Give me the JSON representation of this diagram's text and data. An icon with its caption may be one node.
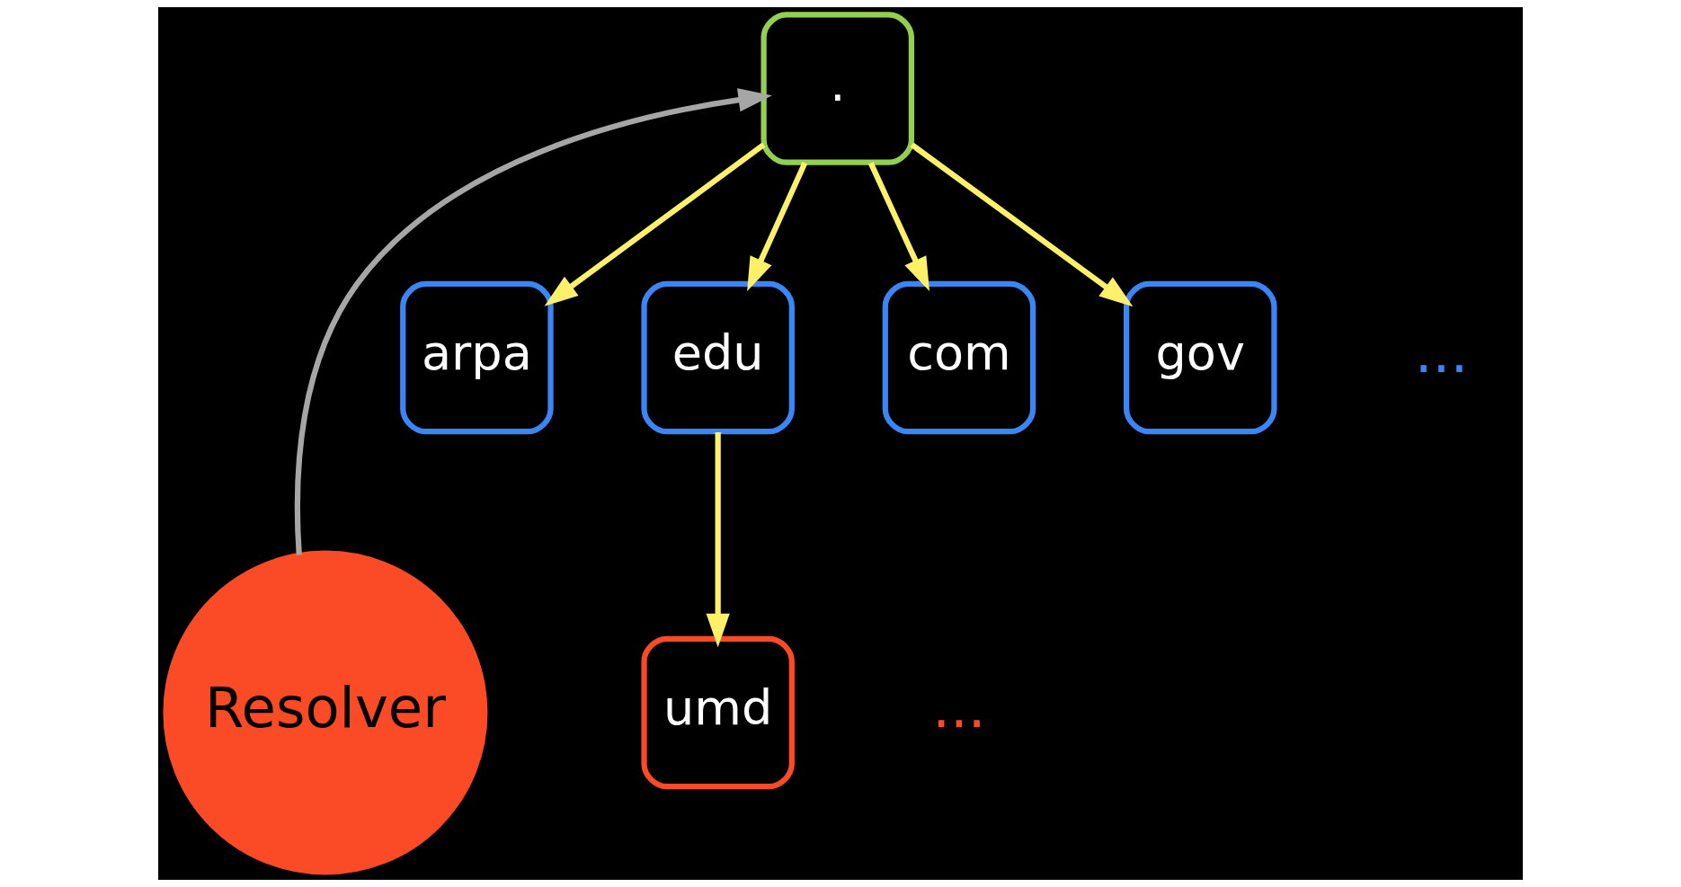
{
  "diagram": {
    "nodes": [
      {
        "text": [
          "Resolver"
        ]
      },
      {
        "text": [
          "."
        ]
      },
      {
        "text": [
          "arpa"
        ]
      },
      {
        "text": [
          "edu"
        ]
      },
      {
        "text": [
          "com"
        ]
      },
      {
        "text": [
          "gov"
        ]
      },
      {
        "text": [
          "umd"
        ]
      }
    ],
    "edges": [
      {
        "from": 0,
        "to": 1,
        "arrow": "to",
        "color": "#a6a6a6"
      },
      {
        "from": 1,
        "to": 2,
        "arrow": "to"
      },
      {
        "from": 1,
        "to": 3,
        "arrow": "to"
      },
      {
        "from": 1,
        "to": 4,
        "arrow": "to"
      },
      {
        "from": 1,
        "to": 5,
        "arrow": "to"
      },
      {
        "from": 3,
        "to": 6,
        "arrow": "to"
      }
    ],
    "labels": [
      "...",
      "..."
    ]
  }
}
